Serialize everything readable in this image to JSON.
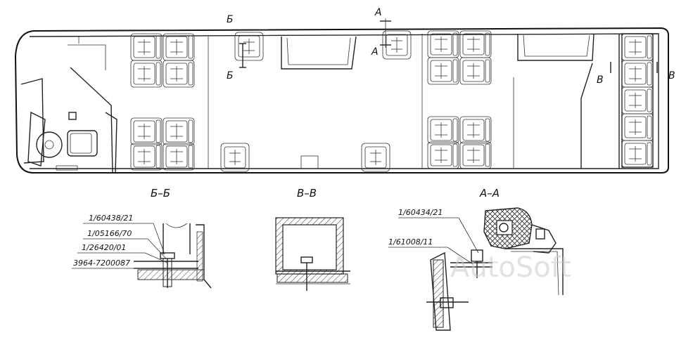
{
  "cut_labels": {
    "b": "Б",
    "a": "А",
    "v": "В"
  },
  "sections": {
    "bb": {
      "title": "Б–Б",
      "parts": [
        "1/60438/21",
        "1/05166/70",
        "1/26420/01",
        "3964-7200087"
      ]
    },
    "vv": {
      "title": "В–В"
    },
    "aa": {
      "title": "А–А",
      "parts": [
        "1/60434/21",
        "1/61008/11"
      ]
    }
  },
  "watermark": "AutoSoft",
  "colors": {
    "line": "#222222",
    "watermark": "#c9c9c9",
    "background": "#ffffff"
  }
}
